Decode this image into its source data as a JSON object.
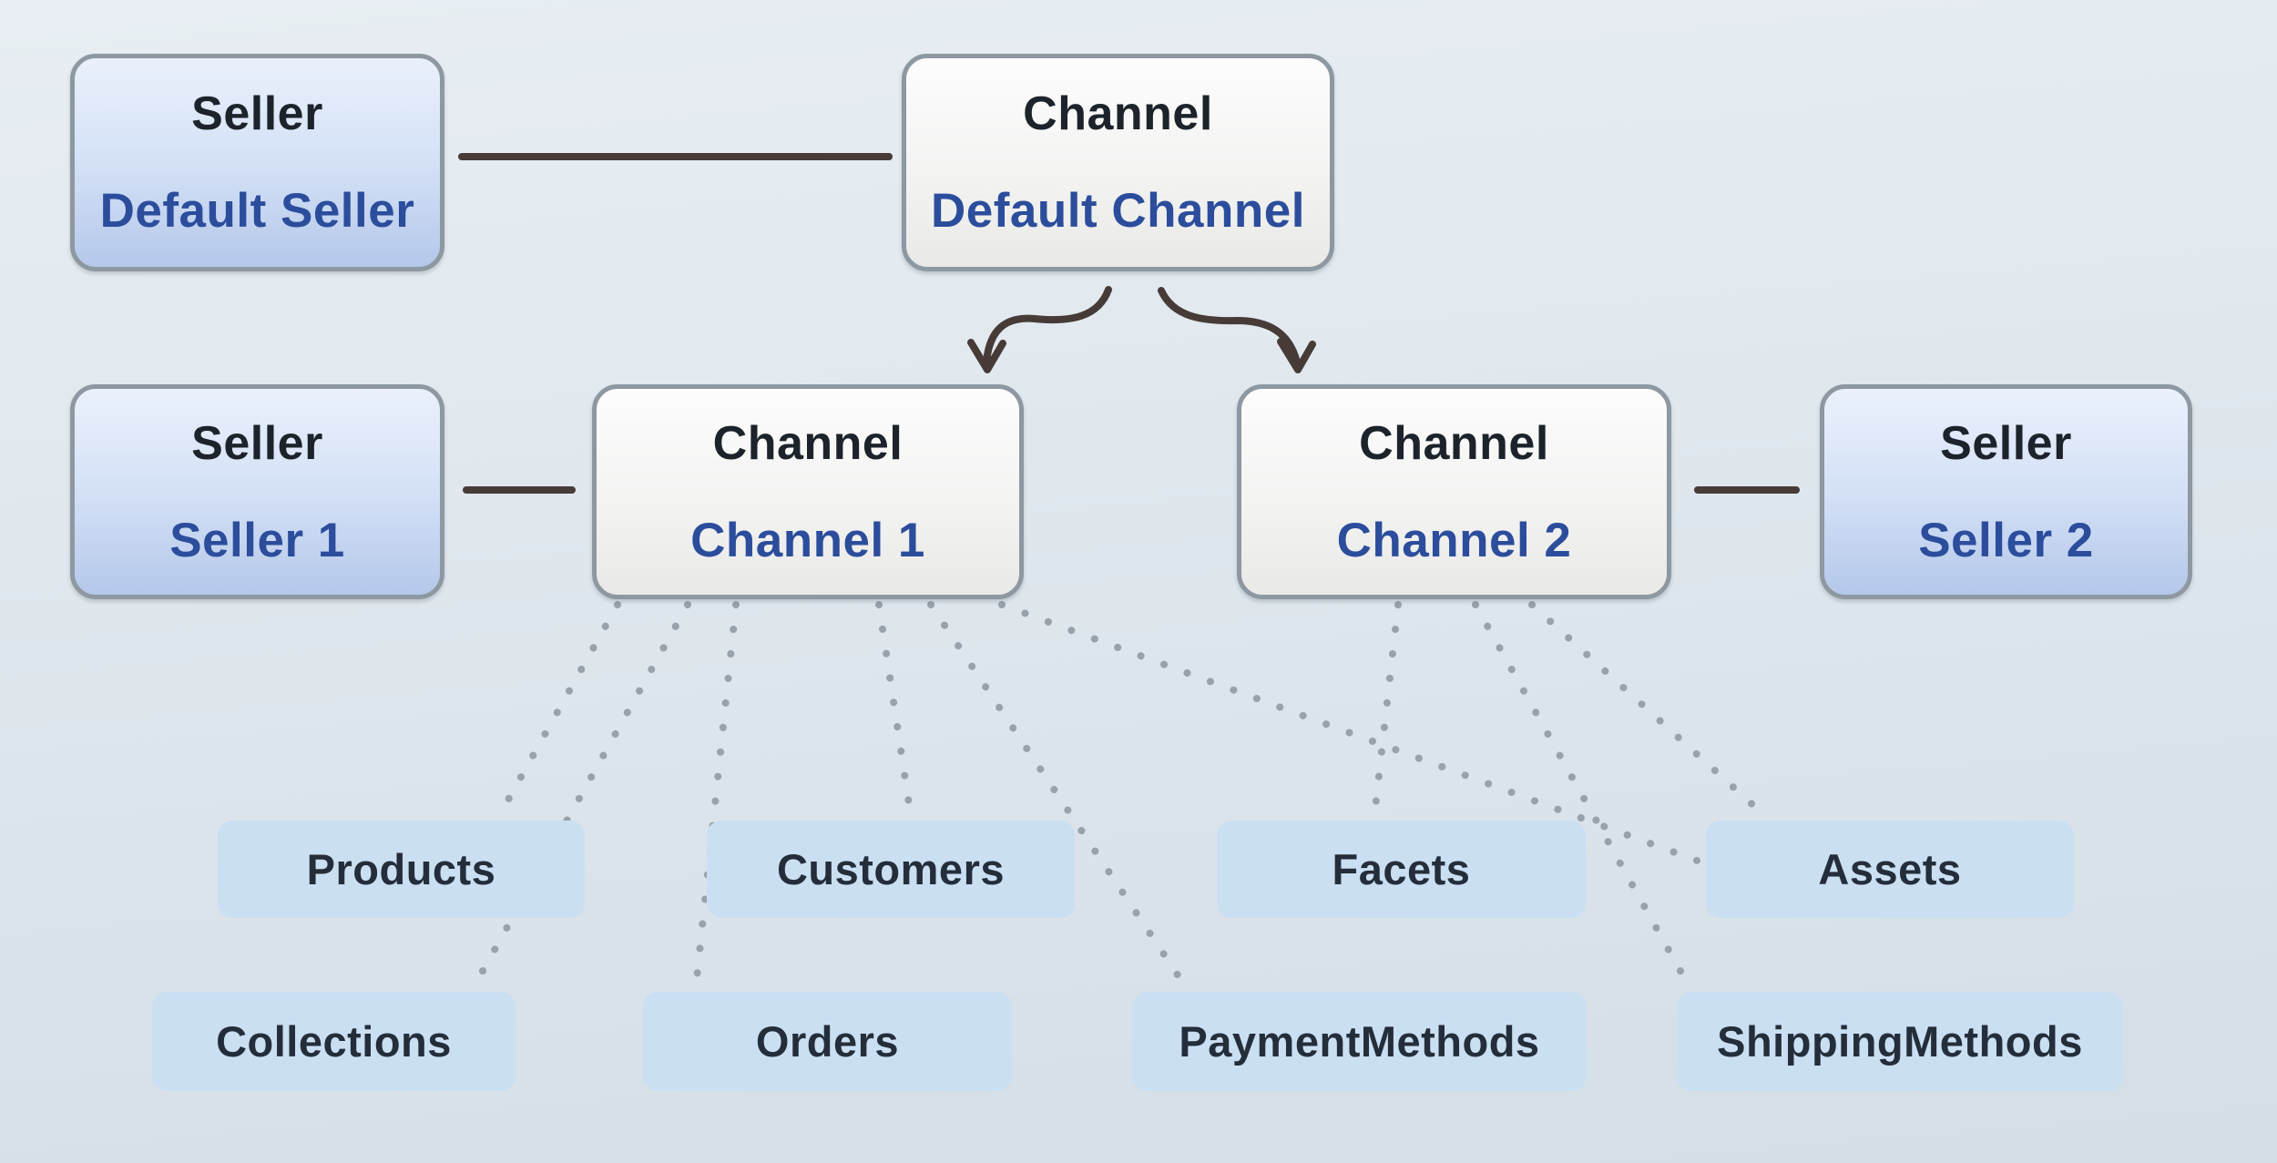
{
  "diagram": {
    "nodes": {
      "default_seller": {
        "title": "Seller",
        "subtitle": "Default Seller"
      },
      "default_channel": {
        "title": "Channel",
        "subtitle": "Default Channel"
      },
      "seller_1": {
        "title": "Seller",
        "subtitle": "Seller 1"
      },
      "channel_1": {
        "title": "Channel",
        "subtitle": "Channel 1"
      },
      "channel_2": {
        "title": "Channel",
        "subtitle": "Channel 2"
      },
      "seller_2": {
        "title": "Seller",
        "subtitle": "Seller 2"
      }
    },
    "entities": {
      "products": {
        "label": "Products"
      },
      "customers": {
        "label": "Customers"
      },
      "facets": {
        "label": "Facets"
      },
      "assets": {
        "label": "Assets"
      },
      "collections": {
        "label": "Collections"
      },
      "orders": {
        "label": "Orders"
      },
      "payment_methods": {
        "label": "PaymentMethods"
      },
      "shipping_methods": {
        "label": "ShippingMethods"
      }
    },
    "connections": {
      "solid": [
        {
          "from": "Default Seller",
          "to": "Default Channel"
        },
        {
          "from": "Seller 1",
          "to": "Channel 1"
        },
        {
          "from": "Channel 2",
          "to": "Seller 2"
        }
      ],
      "arrows": [
        {
          "from": "Default Channel",
          "to": "Channel 1"
        },
        {
          "from": "Default Channel",
          "to": "Channel 2"
        }
      ],
      "dotted": [
        {
          "from": "Channel 1",
          "to": "Products"
        },
        {
          "from": "Channel 1",
          "to": "Collections"
        },
        {
          "from": "Channel 1",
          "to": "Orders"
        },
        {
          "from": "Channel 1",
          "to": "Customers"
        },
        {
          "from": "Channel 1",
          "to": "PaymentMethods"
        },
        {
          "from": "Channel 1",
          "to": "Assets"
        },
        {
          "from": "Channel 2",
          "to": "Facets"
        },
        {
          "from": "Channel 2",
          "to": "ShippingMethods"
        },
        {
          "from": "Channel 2",
          "to": "Assets"
        }
      ]
    },
    "colors": {
      "seller_box_top": "#eaf1fc",
      "seller_box_bottom": "#b5c8ea",
      "channel_box_top": "#fdfdfd",
      "channel_box_bottom": "#e9e9e7",
      "entity_box": "#cbdff3",
      "node_border": "#8d98a1",
      "title_text": "#1c232b",
      "subtitle_text": "#2b4d9c",
      "entity_text": "#242e3a",
      "connector": "#473b38",
      "dotted_connector": "#98a2aa",
      "background_top": "#e8eef3",
      "background_bottom": "#d4dee6"
    }
  }
}
